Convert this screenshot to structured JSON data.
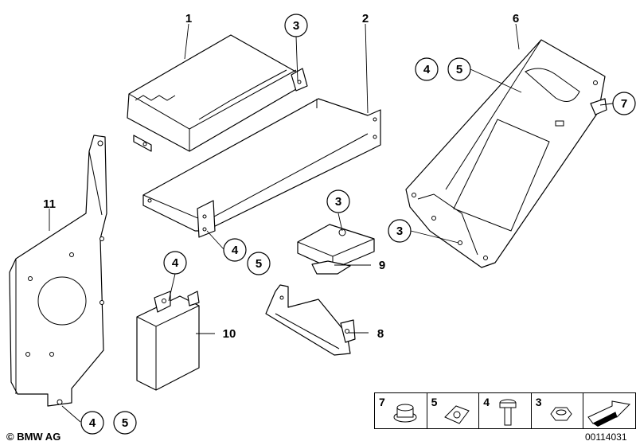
{
  "callouts": [
    {
      "id": "1",
      "label": "1"
    },
    {
      "id": "3a",
      "label": "3"
    },
    {
      "id": "2",
      "label": "2"
    },
    {
      "id": "6",
      "label": "6"
    },
    {
      "id": "4a",
      "label": "4"
    },
    {
      "id": "5a",
      "label": "5"
    },
    {
      "id": "7",
      "label": "7"
    },
    {
      "id": "11",
      "label": "11"
    },
    {
      "id": "4b",
      "label": "4"
    },
    {
      "id": "5b",
      "label": "5"
    },
    {
      "id": "3b",
      "label": "3"
    },
    {
      "id": "9",
      "label": "9"
    },
    {
      "id": "3c",
      "label": "3"
    },
    {
      "id": "4c",
      "label": "4"
    },
    {
      "id": "10",
      "label": "10"
    },
    {
      "id": "8",
      "label": "8"
    },
    {
      "id": "4d",
      "label": "4"
    },
    {
      "id": "5d",
      "label": "5"
    }
  ],
  "legend": [
    {
      "number": "7",
      "icon": "nut-icon"
    },
    {
      "number": "5",
      "icon": "clip-nut-icon"
    },
    {
      "number": "4",
      "icon": "bolt-icon"
    },
    {
      "number": "3",
      "icon": "hex-nut-icon"
    },
    {
      "number": "",
      "icon": "arrow-icon"
    }
  ],
  "footer": {
    "copyright": "© BMW AG",
    "diagram_id": "00114031"
  }
}
